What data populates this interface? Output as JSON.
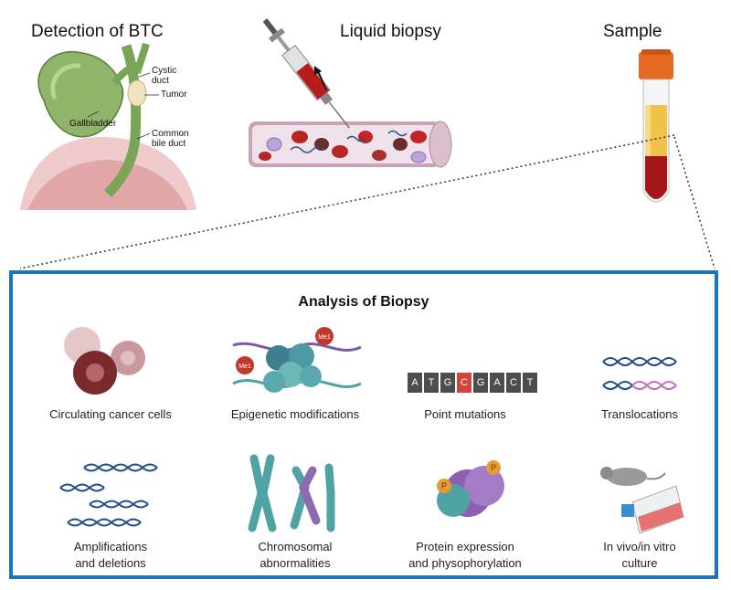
{
  "top": {
    "detection_title": "Detection of BTC",
    "liquid_title": "Liquid biopsy",
    "sample_title": "Sample"
  },
  "anatomy": {
    "cystic_duct": "Cystic",
    "cystic_duct_2": "duct",
    "tumor": "Tumor",
    "gallbladder": "Gallbladder",
    "common_bile": "Common",
    "common_bile_2": "bile duct"
  },
  "panel": {
    "title": "Analysis of Biopsy",
    "items": [
      {
        "line1": "Circulating cancer cells",
        "line2": ""
      },
      {
        "line1": "Epigenetic modifications",
        "line2": ""
      },
      {
        "line1": "Point mutations",
        "line2": ""
      },
      {
        "line1": "Translocations",
        "line2": ""
      },
      {
        "line1": "Amplifications",
        "line2": "and deletions"
      },
      {
        "line1": "Chromosomal",
        "line2": "abnormalities"
      },
      {
        "line1": "Protein expression",
        "line2": "and physophorylation"
      },
      {
        "line1": "In vivo/in vitro",
        "line2": "culture"
      }
    ],
    "me_label": "Me1",
    "p_label": "P",
    "bases": [
      "A",
      "T",
      "G",
      "C",
      "G",
      "A",
      "C",
      "T"
    ]
  },
  "colors": {
    "panel_border": "#1f73b7",
    "blood": "#a4161a",
    "dna_blue": "#1f4e8c",
    "teal": "#4fa3a5"
  }
}
